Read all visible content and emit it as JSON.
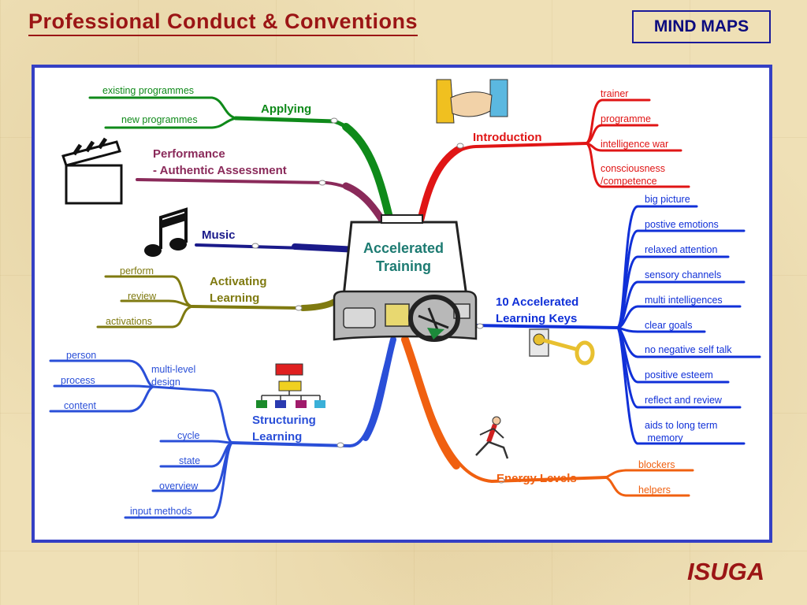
{
  "header": {
    "title": "Professional Conduct & Conventions",
    "badge": "MIND MAPS"
  },
  "footer": {
    "brand": "ISUGA"
  },
  "mindmap": {
    "center": {
      "line1": "Accelerated",
      "line2": "Training"
    },
    "applying": {
      "label": "Applying",
      "items": [
        "existing programmes",
        "new programmes"
      ]
    },
    "performance": {
      "line1": "Performance",
      "line2": "- Authentic Assessment"
    },
    "music": {
      "label": "Music"
    },
    "activating": {
      "line1": "Activating",
      "line2": "Learning",
      "items": [
        "perform",
        "review",
        "activations"
      ]
    },
    "structuring": {
      "line1": "Structuring",
      "line2": "Learning",
      "design_line1": "multi-level",
      "design_line2": "design",
      "design_items": [
        "person",
        "process",
        "content"
      ],
      "items": [
        "cycle",
        "state",
        "overview",
        "input methods"
      ]
    },
    "introduction": {
      "label": "Introduction",
      "items": [
        "trainer",
        "programme",
        "intelligence war",
        "consciousness",
        "/competence"
      ]
    },
    "keys": {
      "line1": "10 Accelerated",
      "line2": "Learning Keys",
      "items": [
        "big picture",
        "postive emotions",
        "relaxed attention",
        "sensory channels",
        "multi intelligences",
        "clear goals",
        "no negative self talk",
        "positive esteem",
        "reflect and review",
        "aids to long term",
        " memory"
      ]
    },
    "energy": {
      "label": "Energy Levels",
      "items": [
        "blockers",
        "helpers"
      ]
    },
    "colors": {
      "applying": "#0f8a1a",
      "performance": "#8a2a5a",
      "music": "#1a1a8a",
      "activating": "#7f7a10",
      "structuring": "#2a4fd8",
      "introduction": "#e01515",
      "keys": "#1030d8",
      "energy": "#f06010"
    },
    "icons": [
      "clapperboard-icon",
      "music-note-icon",
      "handshake-icon",
      "key-icon",
      "runner-icon",
      "org-chart-icon",
      "dashboard-icon"
    ]
  }
}
